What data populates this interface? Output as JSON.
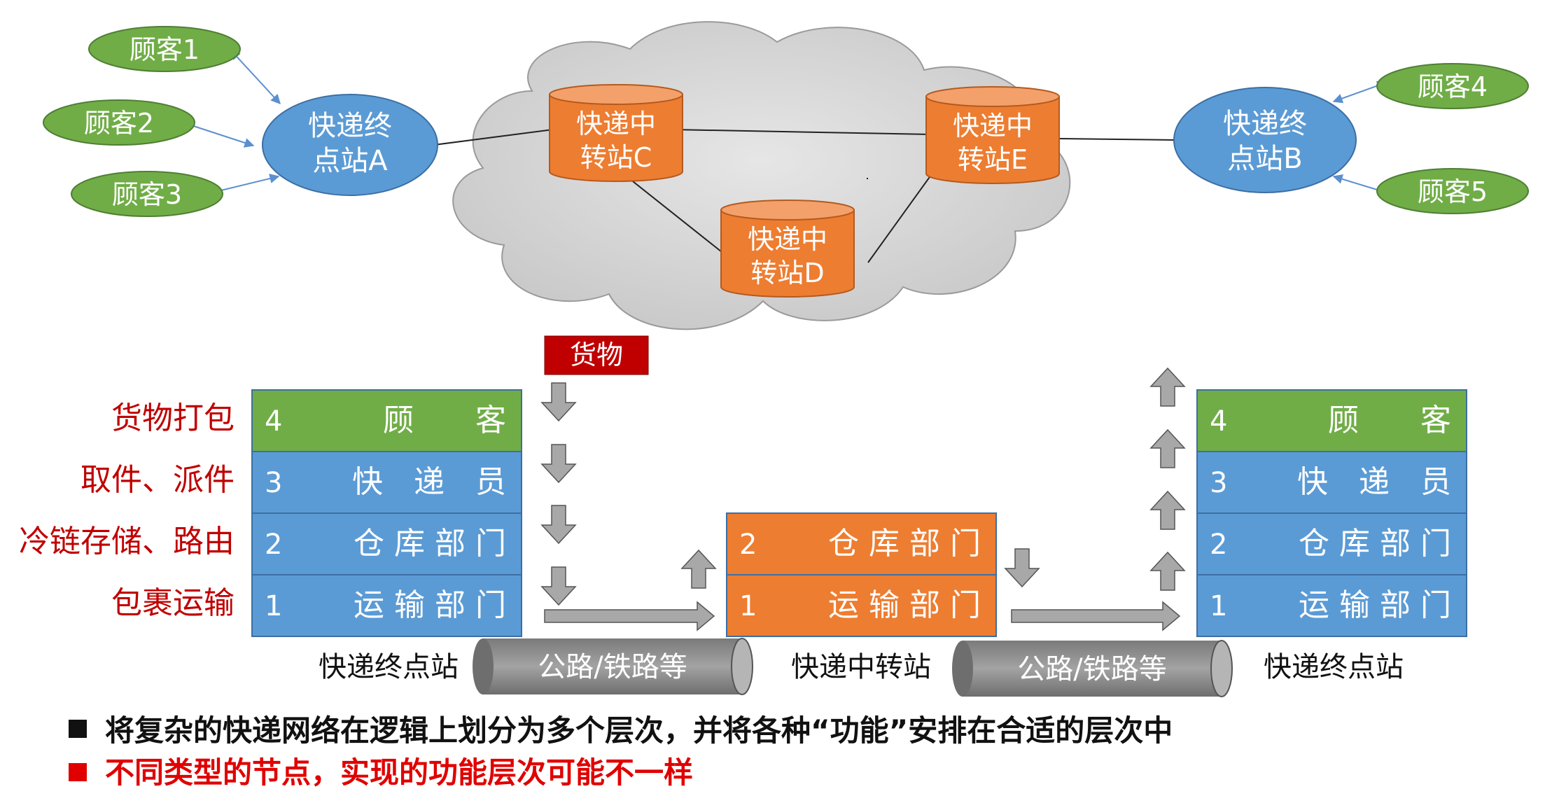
{
  "customers": [
    "顾客1",
    "顾客2",
    "顾客3",
    "顾客4",
    "顾客5"
  ],
  "terminals": {
    "A": [
      "快递终",
      "点站A"
    ],
    "B": [
      "快递终",
      "点站B"
    ]
  },
  "hubs": {
    "C": [
      "快递中",
      "转站C"
    ],
    "E": [
      "快递中",
      "转站E"
    ],
    "D": [
      "快递中",
      "转站D"
    ]
  },
  "cargo_label": "货物",
  "function_labels": [
    "货物打包",
    "取件、派件",
    "冷链存储、路由",
    "包裹运输"
  ],
  "stack_left": [
    {
      "num": "4",
      "label": "顾　　客"
    },
    {
      "num": "3",
      "label": "快　递　员"
    },
    {
      "num": "2",
      "label": "仓 库 部 门"
    },
    {
      "num": "1",
      "label": "运 输 部 门"
    }
  ],
  "stack_middle": [
    {
      "num": "2",
      "label": "仓 库 部 门"
    },
    {
      "num": "1",
      "label": "运 输 部 门"
    }
  ],
  "stack_right": [
    {
      "num": "4",
      "label": "顾　　客"
    },
    {
      "num": "3",
      "label": "快　递　员"
    },
    {
      "num": "2",
      "label": "仓 库 部 门"
    },
    {
      "num": "1",
      "label": "运 输 部 门"
    }
  ],
  "station_labels": [
    "快递终点站",
    "快递中转站",
    "快递终点站"
  ],
  "pipe_labels": [
    "公路/铁路等",
    "公路/铁路等"
  ],
  "bullets": [
    {
      "text": "将复杂的快递网络在逻辑上划分为多个层次，并将各种“功能”安排在合适的层次中",
      "color": "#111111",
      "marker": "#111111"
    },
    {
      "text": "不同类型的节点，实现的功能层次可能不一样",
      "color": "#e00000",
      "marker": "#e00000"
    }
  ],
  "colors": {
    "green": "#70ad47",
    "blue": "#5b9bd5",
    "orange": "#ed7d31",
    "red_label": "#c00000",
    "cloud": "#d9d9d9",
    "arrow": "#a6a6a6",
    "pipe": "#8f8f8f"
  }
}
